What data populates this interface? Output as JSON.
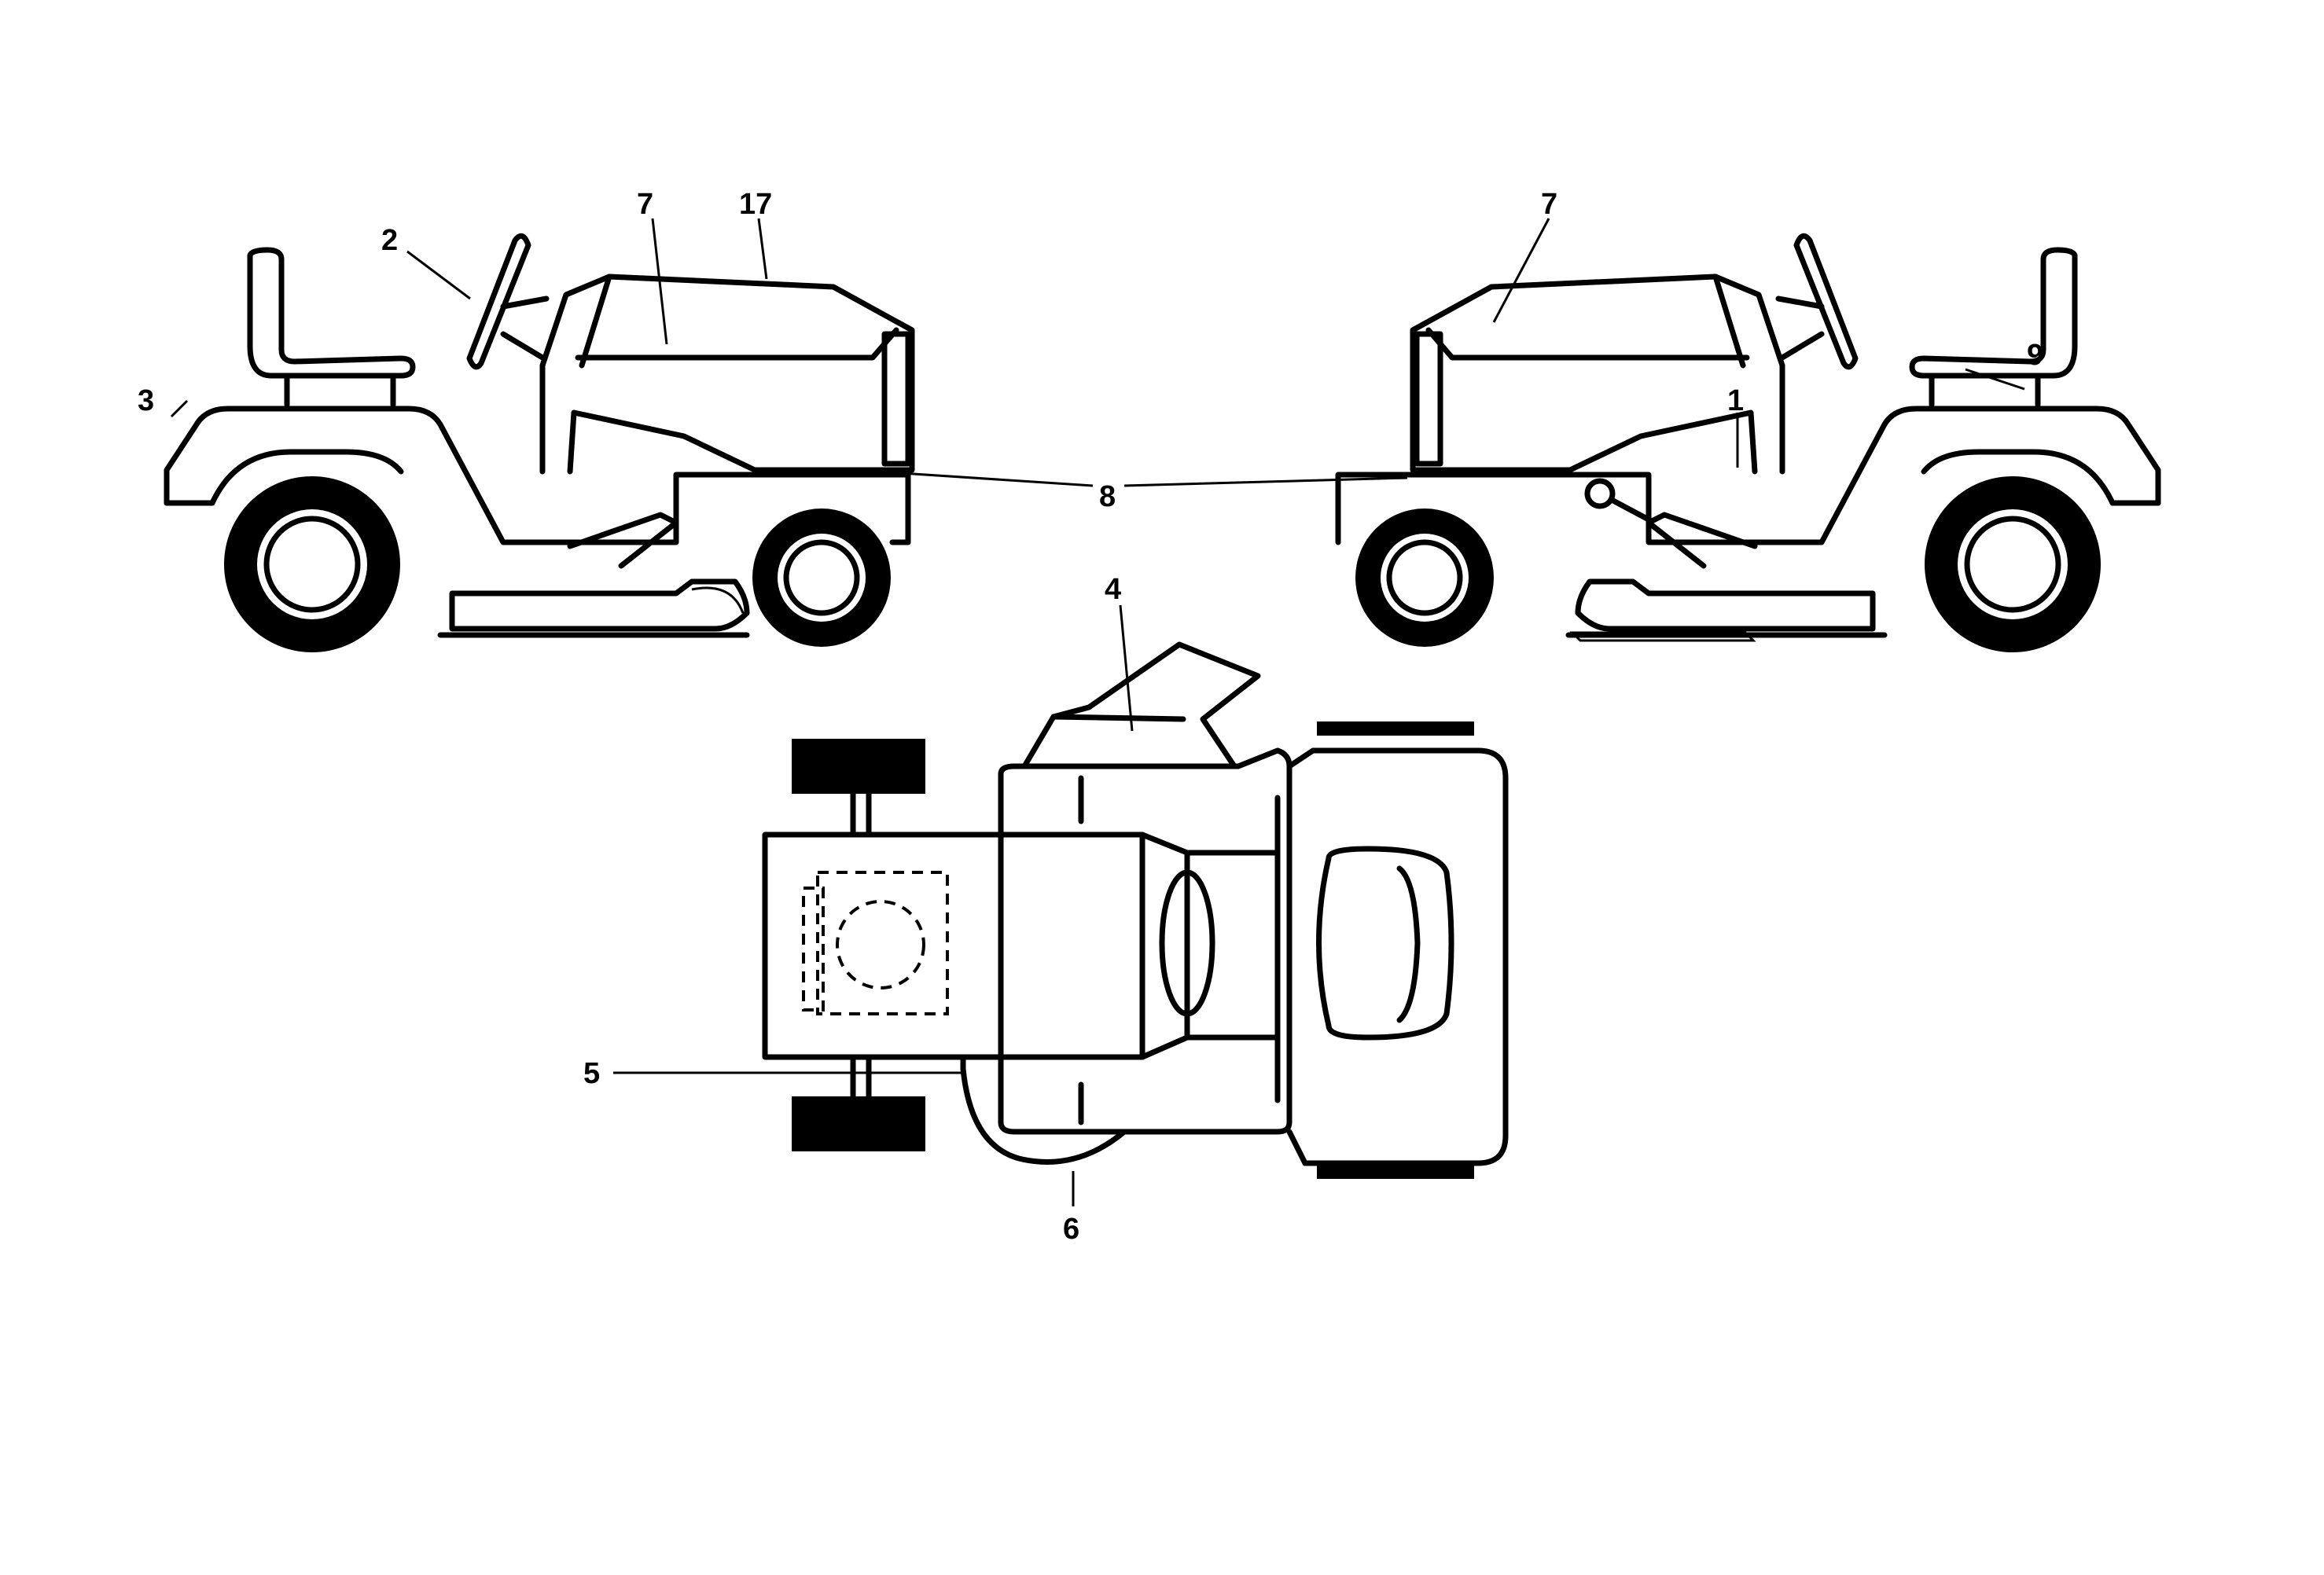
{
  "callouts": {
    "c1": "1",
    "c2": "2",
    "c3": "3",
    "c4": "4",
    "c5": "5",
    "c6": "6",
    "c7_left": "7",
    "c7_right": "7",
    "c8": "8",
    "c9": "9",
    "c17": "17"
  }
}
